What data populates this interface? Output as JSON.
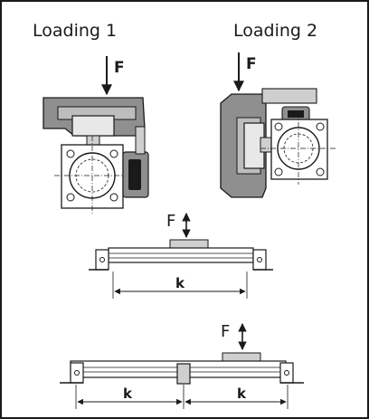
{
  "loading1": {
    "title": "Loading 1",
    "force": "F"
  },
  "loading2": {
    "title": "Loading 2",
    "force": "F"
  },
  "middle": {
    "force": "F",
    "span": "k"
  },
  "bottom": {
    "force": "F",
    "span_left": "k",
    "span_right": "k"
  },
  "colors": {
    "frame": "#1a1a1a",
    "body_gray": "#8f8f8f",
    "light_gray": "#cfcfcf",
    "dark": "#1a1a1a"
  }
}
